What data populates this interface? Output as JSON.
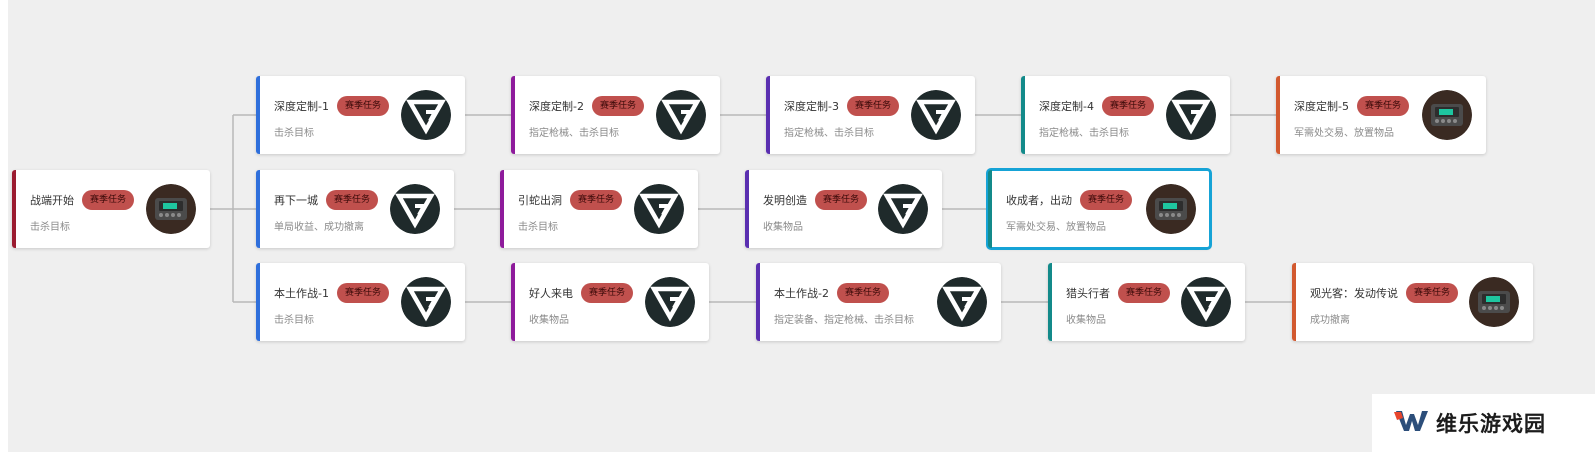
{
  "badge_text": "赛季任务",
  "brand": {
    "name": "维乐游戏园",
    "logo_icon": "w-logo-icon"
  },
  "colors": {
    "background": "#efefef",
    "badge": "#c0504d",
    "line": "#b9b9b9",
    "selected_outline": "#16a3d6"
  },
  "cards": [
    {
      "id": "start",
      "title": "战端开始",
      "subtitle": "击杀目标",
      "accent": "#9b1b30",
      "icon": "device-icon"
    },
    {
      "id": "r1c1",
      "title": "深度定制-1",
      "subtitle": "击杀目标",
      "accent": "#2f6fdb",
      "icon": "g-logo-icon"
    },
    {
      "id": "r1c2",
      "title": "深度定制-2",
      "subtitle": "指定枪械、击杀目标",
      "accent": "#8e1b9b",
      "icon": "g-logo-icon"
    },
    {
      "id": "r1c3",
      "title": "深度定制-3",
      "subtitle": "指定枪械、击杀目标",
      "accent": "#5a2fb0",
      "icon": "g-logo-icon"
    },
    {
      "id": "r1c4",
      "title": "深度定制-4",
      "subtitle": "指定枪械、击杀目标",
      "accent": "#138a8a",
      "icon": "g-logo-icon"
    },
    {
      "id": "r1c5",
      "title": "深度定制-5",
      "subtitle": "军需处交易、放置物品",
      "accent": "#d2592f",
      "icon": "device-icon"
    },
    {
      "id": "r2c1",
      "title": "再下一城",
      "subtitle": "单局收益、成功撤离",
      "accent": "#2f6fdb",
      "icon": "g-logo-icon"
    },
    {
      "id": "r2c2",
      "title": "引蛇出洞",
      "subtitle": "击杀目标",
      "accent": "#8e1b9b",
      "icon": "g-logo-icon"
    },
    {
      "id": "r2c3",
      "title": "发明创造",
      "subtitle": "收集物品",
      "accent": "#5a2fb0",
      "icon": "g-logo-icon"
    },
    {
      "id": "r2c4",
      "title": "收成者，出动",
      "subtitle": "军需处交易、放置物品",
      "accent": "#138a8a",
      "icon": "device-icon",
      "selected": true
    },
    {
      "id": "r3c1",
      "title": "本土作战-1",
      "subtitle": "击杀目标",
      "accent": "#2f6fdb",
      "icon": "g-logo-icon"
    },
    {
      "id": "r3c2",
      "title": "好人来电",
      "subtitle": "收集物品",
      "accent": "#8e1b9b",
      "icon": "g-logo-icon"
    },
    {
      "id": "r3c3",
      "title": "本土作战-2",
      "subtitle": "指定装备、指定枪械、击杀目标",
      "accent": "#5a2fb0",
      "icon": "g-logo-icon"
    },
    {
      "id": "r3c4",
      "title": "猎头行者",
      "subtitle": "收集物品",
      "accent": "#138a8a",
      "icon": "g-logo-icon"
    },
    {
      "id": "r3c5",
      "title": "观光客：发动传说",
      "subtitle": "成功撤离",
      "accent": "#d2592f",
      "icon": "device-icon"
    }
  ]
}
